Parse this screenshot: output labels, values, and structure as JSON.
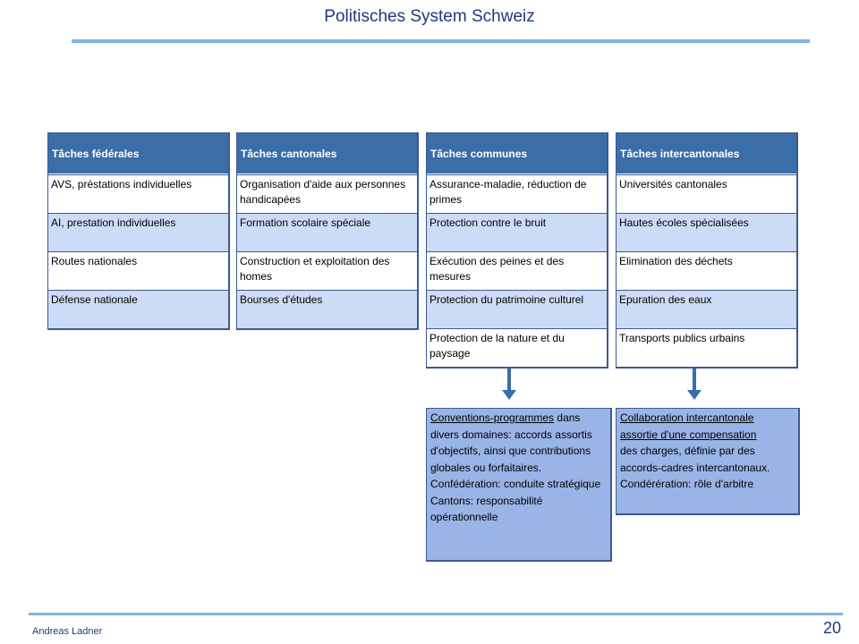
{
  "header": {
    "title": "Politisches System Schweiz"
  },
  "footer": {
    "author": "Andreas Ladner",
    "page": "20"
  },
  "columns": [
    {
      "title": "Tâches fédérales",
      "rows": [
        "AVS, préstations individuelles",
        "AI, prestation individuelles",
        "Routes nationales",
        "Défense nationale"
      ]
    },
    {
      "title": "Tâches cantonales",
      "rows": [
        "Organisation d'aide aux personnes handicapées",
        "Formation scolaire spéciale",
        "Construction et exploitation des homes",
        "Bourses d'études"
      ]
    },
    {
      "title": "Tâches communes",
      "rows": [
        "Assurance-maladie, réduction de primes",
        "Protection contre le bruit",
        "Exécution des peines et des mesures",
        "Protection du patrimoine culturel",
        "Protection de la nature et du paysage"
      ]
    },
    {
      "title": "Tâches intercantonales",
      "rows": [
        "Universités cantonales",
        "Hautes écoles spécialisées",
        "Elimination des déchets",
        "Epuration des eaux",
        "Transports publics urbains"
      ]
    }
  ],
  "notes": {
    "communes": {
      "underlined": "Conventions-programmes",
      "lines": [
        " dans divers domaines:  accords assortis d'objectifs, ainsi que contributions globales ou forfaitaires.",
        "Confédération: conduite stratégique",
        "Cantons:  responsabilité opérationnelle"
      ]
    },
    "intercantonales": {
      "underlined_1": "Collaboration intercantonale",
      "underlined_2": "assortie d'une compensation",
      "lines": [
        "des charges, définie par des accords-cadres intercantonaux.",
        "Condérération: rôle d'arbitre"
      ]
    }
  },
  "colors": {
    "header_blue": "#3a6ea8",
    "row_blue": "#ccdcf6",
    "note_blue": "#99b4e6",
    "rule": "#7fb7e6"
  }
}
